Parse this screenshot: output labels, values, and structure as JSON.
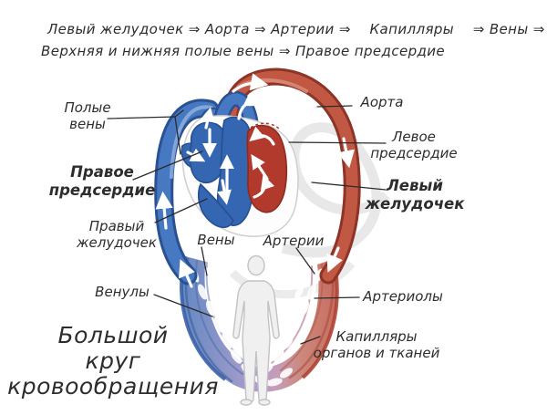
{
  "flow": {
    "line1": "Левый желудочек ⇒ Аорта ⇒ Артерии ⇒    Капилляры    ⇒ Вены ⇒",
    "line2": "Верхняя и нижняя полые вены ⇒ Правое предсердие"
  },
  "labels": {
    "vena_cava": "Полые\nвены",
    "right_atrium": "Правое\nпредсердие",
    "right_ventricle": "Правый\nжелудочек",
    "veins": "Вены",
    "arteries": "Артерии",
    "aorta": "Аорта",
    "left_atrium": "Левое\nпредсердие",
    "left_ventricle": "Левый\nжелудочек",
    "venules": "Венулы",
    "arterioles": "Артериолы",
    "capillaries": "Капилляры\nорганов и тканей",
    "title": "Большой\nкруг\nкровообращения"
  },
  "colors": {
    "artery_red": "#b5473a",
    "vein_blue": "#3a6cb8",
    "text_ink": "#2d2d2d",
    "figure_gray": "#f0f0f0"
  }
}
